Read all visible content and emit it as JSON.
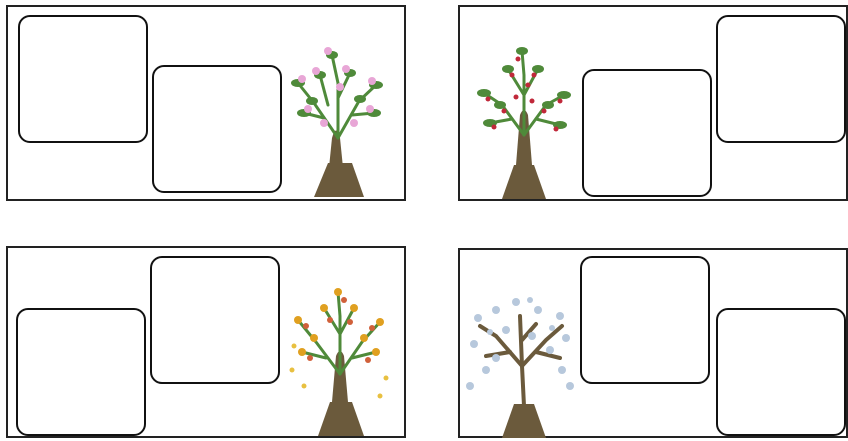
{
  "panels": [
    {
      "season": "spring",
      "tree_icon": "blossom-tree-icon",
      "accent": "#e8a6d6"
    },
    {
      "season": "summer",
      "tree_icon": "fruit-tree-icon",
      "accent": "#c0283a"
    },
    {
      "season": "autumn",
      "tree_icon": "autumn-tree-icon",
      "accent": "#e0a020"
    },
    {
      "season": "winter",
      "tree_icon": "snow-tree-icon",
      "accent": "#b7c8dc"
    }
  ],
  "colors": {
    "trunk": "#6b5a3c",
    "leaf": "#4f8a3a",
    "frame": "#222222"
  }
}
